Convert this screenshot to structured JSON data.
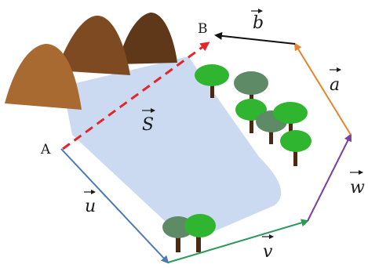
{
  "points": {
    "a": "A",
    "b": "B"
  },
  "vectors": {
    "s": "S",
    "u": "u",
    "v": "v",
    "w": "w",
    "a": "a",
    "b": "b"
  },
  "colors": {
    "s": "#e2262a",
    "u": "#4a78b8",
    "v": "#2c9a5a",
    "w": "#7a3fa0",
    "a": "#e8852c",
    "b": "#111111",
    "lake": "#c5d6ee",
    "mountain_front": "#a86a30",
    "mountain_mid": "#7e4a22",
    "mountain_back": "#5e3818",
    "tree_light": "#2fb52f",
    "tree_dark": "#5e8a66",
    "trunk": "#4a2a14"
  }
}
